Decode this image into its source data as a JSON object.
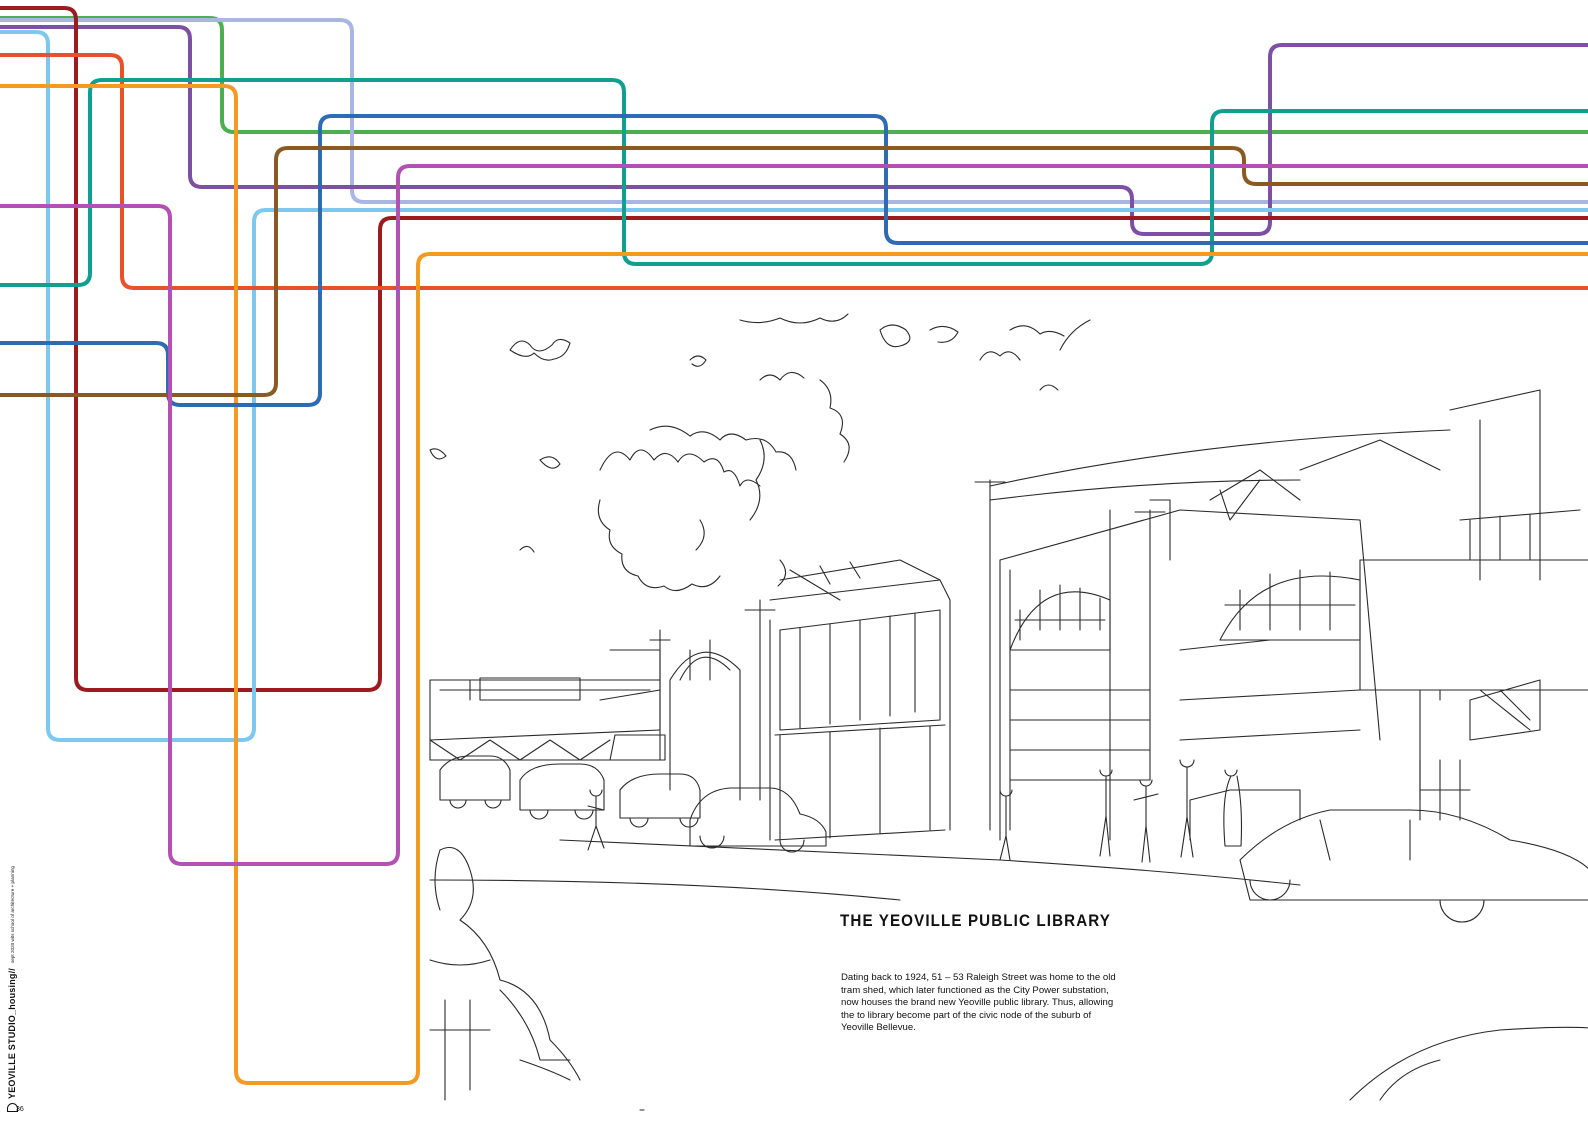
{
  "page": {
    "title": "THE YEOVILLE PUBLIC LIBRARY",
    "description": "Dating back to 1924, 51 – 53 Raleigh Street was home to the old tram shed, which later functioned as the City Power substation, now houses the brand new Yeoville public library. Thus, allowing the to library become part of the civic node of the suburb of Yeoville Bellevue."
  },
  "sidebar": {
    "studio_label": "YEOVILLE STUDIO_housing//",
    "meta_label": "sept 2020 wits school of architecture + planning",
    "page_number": "36",
    "icon": "page-bracket-icon"
  },
  "route_colors": {
    "green": "#4CAF50",
    "lavender": "#A9B6E2",
    "dark_red": "#9B1B1E",
    "sky_blue": "#7DC8F0",
    "purple": "#7D50A6",
    "red_orange": "#E8512A",
    "teal": "#11A08F",
    "orange": "#F49A22",
    "blue": "#2D6BB5",
    "brown": "#8A5A22",
    "magenta": "#B251B1"
  },
  "illustration": {
    "subject": "street-sketch-icon"
  }
}
